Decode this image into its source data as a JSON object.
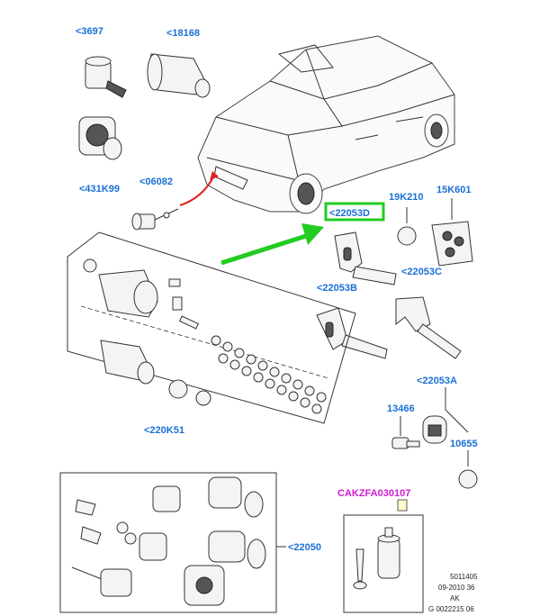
{
  "labels": {
    "p3697": "<3697",
    "p18168": "<18168",
    "p431K99": "<431K99",
    "p06082": "<06082",
    "p22053D": "<22053D",
    "p19K210": "19K210",
    "p15K601": "15K601",
    "p22053C": "<22053C",
    "p22053B": "<22053B",
    "p22053A": "<22053A",
    "p13466": "13466",
    "p10655": "10655",
    "p220K51": "<220K51",
    "p22050": "<22050",
    "pCAKZFA030107": "CAKZFA030107"
  },
  "meta": {
    "line1": "5011405",
    "line2": "09-2010 36",
    "line3": "AK",
    "line4": "G 0022215 06"
  },
  "colors": {
    "label_blue": "#1a6fd6",
    "label_magenta": "#d21ad2",
    "highlight_green": "#22cc22",
    "arrow_red": "#e02020"
  }
}
